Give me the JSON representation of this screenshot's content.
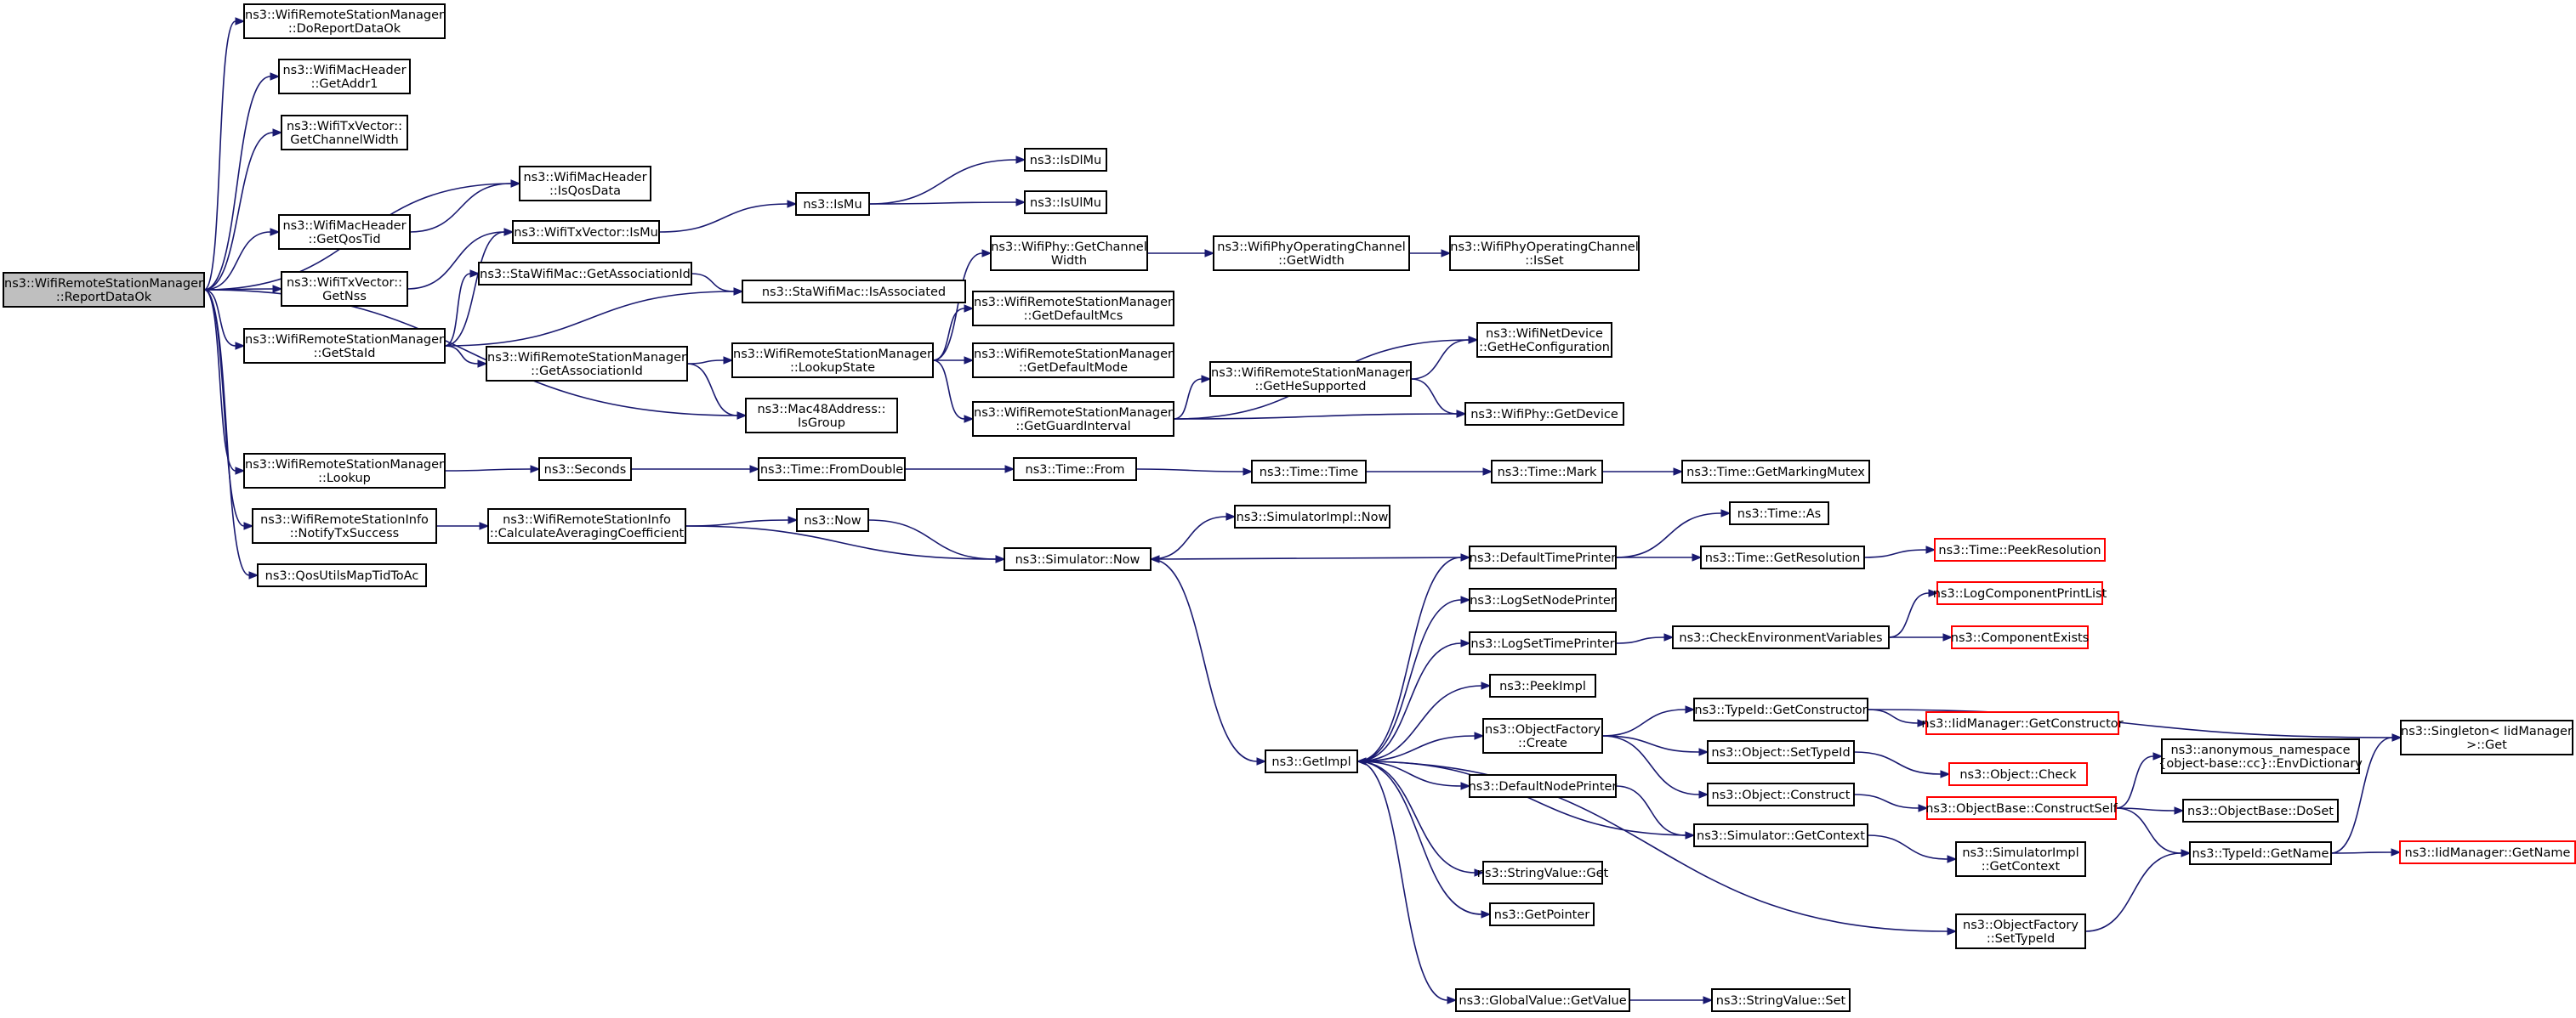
{
  "nodes": {
    "root": {
      "lines": [
        "ns3::WifiRemoteStationManager",
        "::ReportDataOk"
      ],
      "style": "root"
    },
    "n1": {
      "lines": [
        "ns3::WifiRemoteStationManager",
        "::DoReportDataOk"
      ]
    },
    "n2": {
      "lines": [
        "ns3::WifiMacHeader",
        "::GetAddr1"
      ]
    },
    "n3": {
      "lines": [
        "ns3::WifiTxVector::",
        "GetChannelWidth"
      ]
    },
    "n4": {
      "lines": [
        "ns3::WifiMacHeader",
        "::IsQosData"
      ]
    },
    "n5": {
      "lines": [
        "ns3::WifiMacHeader",
        "::GetQosTid"
      ]
    },
    "n6": {
      "lines": [
        "ns3::WifiTxVector::IsMu"
      ]
    },
    "n7": {
      "lines": [
        "ns3::IsMu"
      ]
    },
    "n8": {
      "lines": [
        "ns3::IsDlMu"
      ]
    },
    "n9": {
      "lines": [
        "ns3::IsUlMu"
      ]
    },
    "n10": {
      "lines": [
        "ns3::WifiTxVector::",
        "GetNss"
      ]
    },
    "n11": {
      "lines": [
        "ns3::StaWifiMac::GetAssociationId"
      ]
    },
    "n12": {
      "lines": [
        "ns3::StaWifiMac::IsAssociated"
      ]
    },
    "n13": {
      "lines": [
        "ns3::WifiRemoteStationManager",
        "::GetStaId"
      ]
    },
    "n14": {
      "lines": [
        "ns3::WifiRemoteStationManager",
        "::GetAssociationId"
      ]
    },
    "n15": {
      "lines": [
        "ns3::WifiRemoteStationManager",
        "::LookupState"
      ]
    },
    "n16": {
      "lines": [
        "ns3::WifiPhy::GetChannel",
        "Width"
      ]
    },
    "n17": {
      "lines": [
        "ns3::WifiPhyOperatingChannel",
        "::GetWidth"
      ]
    },
    "n18": {
      "lines": [
        "ns3::WifiPhyOperatingChannel",
        "::IsSet"
      ]
    },
    "n19": {
      "lines": [
        "ns3::WifiRemoteStationManager",
        "::GetDefaultMcs"
      ]
    },
    "n20": {
      "lines": [
        "ns3::WifiRemoteStationManager",
        "::GetDefaultMode"
      ]
    },
    "n21": {
      "lines": [
        "ns3::WifiRemoteStationManager",
        "::GetGuardInterval"
      ]
    },
    "n22": {
      "lines": [
        "ns3::WifiRemoteStationManager",
        "::GetHeSupported"
      ]
    },
    "n23": {
      "lines": [
        "ns3::WifiNetDevice",
        "::GetHeConfiguration"
      ]
    },
    "n24": {
      "lines": [
        "ns3::WifiPhy::GetDevice"
      ]
    },
    "n25": {
      "lines": [
        "ns3::Mac48Address::",
        "IsGroup"
      ]
    },
    "n26": {
      "lines": [
        "ns3::WifiRemoteStationManager",
        "::Lookup"
      ]
    },
    "n27": {
      "lines": [
        "ns3::Seconds"
      ]
    },
    "n28": {
      "lines": [
        "ns3::Time::FromDouble"
      ]
    },
    "n29": {
      "lines": [
        "ns3::Time::From"
      ]
    },
    "n30": {
      "lines": [
        "ns3::Time::Time"
      ]
    },
    "n31": {
      "lines": [
        "ns3::Time::Mark"
      ]
    },
    "n32": {
      "lines": [
        "ns3::Time::GetMarkingMutex"
      ]
    },
    "n33": {
      "lines": [
        "ns3::WifiRemoteStationInfo",
        "::NotifyTxSuccess"
      ]
    },
    "n34": {
      "lines": [
        "ns3::WifiRemoteStationInfo",
        "::CalculateAveragingCoefficient"
      ]
    },
    "n35": {
      "lines": [
        "ns3::Now"
      ]
    },
    "n36": {
      "lines": [
        "ns3::SimulatorImpl::Now"
      ]
    },
    "n37": {
      "lines": [
        "ns3::Simulator::Now"
      ]
    },
    "n38": {
      "lines": [
        "ns3::QosUtilsMapTidToAc"
      ]
    },
    "n39": {
      "lines": [
        "ns3::Time::As"
      ]
    },
    "n40": {
      "lines": [
        "ns3::DefaultTimePrinter"
      ]
    },
    "n41": {
      "lines": [
        "ns3::Time::GetResolution"
      ]
    },
    "n42": {
      "lines": [
        "ns3::Time::PeekResolution"
      ],
      "style": "red"
    },
    "n43": {
      "lines": [
        "ns3::LogSetNodePrinter"
      ]
    },
    "n44": {
      "lines": [
        "ns3::LogComponentPrintList"
      ],
      "style": "red"
    },
    "n45": {
      "lines": [
        "ns3::LogSetTimePrinter"
      ]
    },
    "n46": {
      "lines": [
        "ns3::CheckEnvironmentVariables"
      ]
    },
    "n47": {
      "lines": [
        "ns3::ComponentExists"
      ],
      "style": "red"
    },
    "n48": {
      "lines": [
        "ns3::PeekImpl"
      ]
    },
    "n49": {
      "lines": [
        "ns3::TypeId::GetConstructor"
      ]
    },
    "n50": {
      "lines": [
        "ns3::IidManager::GetConstructor"
      ],
      "style": "red"
    },
    "n51": {
      "lines": [
        "ns3::ObjectFactory",
        "::Create"
      ]
    },
    "n52": {
      "lines": [
        "ns3::Singleton< IidManager",
        " >::Get"
      ]
    },
    "n53": {
      "lines": [
        "ns3::Object::SetTypeId"
      ]
    },
    "n54": {
      "lines": [
        "ns3::Object::Check"
      ],
      "style": "red"
    },
    "n55": {
      "lines": [
        "ns3::GetImpl"
      ]
    },
    "n56": {
      "lines": [
        "ns3::anonymous_namespace",
        "{object-base::cc}::EnvDictionary"
      ]
    },
    "n57": {
      "lines": [
        "ns3::DefaultNodePrinter"
      ]
    },
    "n58": {
      "lines": [
        "ns3::Object::Construct"
      ]
    },
    "n59": {
      "lines": [
        "ns3::ObjectBase::ConstructSelf"
      ],
      "style": "red"
    },
    "n60": {
      "lines": [
        "ns3::ObjectBase::DoSet"
      ]
    },
    "n61": {
      "lines": [
        "ns3::Simulator::GetContext"
      ]
    },
    "n62": {
      "lines": [
        "ns3::TypeId::GetName"
      ]
    },
    "n63": {
      "lines": [
        "ns3::IidManager::GetName"
      ],
      "style": "red"
    },
    "n64": {
      "lines": [
        "ns3::SimulatorImpl",
        "::GetContext"
      ]
    },
    "n65": {
      "lines": [
        "ns3::StringValue::Get"
      ]
    },
    "n66": {
      "lines": [
        "ns3::GetPointer"
      ]
    },
    "n67": {
      "lines": [
        "ns3::ObjectFactory",
        "::SetTypeId"
      ]
    },
    "n68": {
      "lines": [
        "ns3::GlobalValue::GetValue"
      ]
    },
    "n69": {
      "lines": [
        "ns3::StringValue::Set"
      ]
    }
  },
  "edges": [
    [
      "root",
      "n1"
    ],
    [
      "root",
      "n2"
    ],
    [
      "root",
      "n3"
    ],
    [
      "root",
      "n4"
    ],
    [
      "root",
      "n5"
    ],
    [
      "root",
      "n10"
    ],
    [
      "root",
      "n13"
    ],
    [
      "root",
      "n25"
    ],
    [
      "root",
      "n26"
    ],
    [
      "root",
      "n33"
    ],
    [
      "root",
      "n38"
    ],
    [
      "n5",
      "n4"
    ],
    [
      "n10",
      "n6"
    ],
    [
      "n13",
      "n6"
    ],
    [
      "n13",
      "n11"
    ],
    [
      "n13",
      "n12"
    ],
    [
      "n13",
      "n14"
    ],
    [
      "n6",
      "n7"
    ],
    [
      "n7",
      "n8"
    ],
    [
      "n7",
      "n9"
    ],
    [
      "n11",
      "n12"
    ],
    [
      "n14",
      "n15"
    ],
    [
      "n14",
      "n25"
    ],
    [
      "n15",
      "n16"
    ],
    [
      "n15",
      "n19"
    ],
    [
      "n15",
      "n20"
    ],
    [
      "n15",
      "n21"
    ],
    [
      "n16",
      "n17"
    ],
    [
      "n17",
      "n18"
    ],
    [
      "n21",
      "n22"
    ],
    [
      "n21",
      "n23"
    ],
    [
      "n21",
      "n24"
    ],
    [
      "n22",
      "n23"
    ],
    [
      "n22",
      "n24"
    ],
    [
      "n26",
      "n27"
    ],
    [
      "n27",
      "n28"
    ],
    [
      "n28",
      "n29"
    ],
    [
      "n29",
      "n30"
    ],
    [
      "n30",
      "n31"
    ],
    [
      "n31",
      "n32"
    ],
    [
      "n33",
      "n34"
    ],
    [
      "n34",
      "n35"
    ],
    [
      "n34",
      "n37"
    ],
    [
      "n35",
      "n37"
    ],
    [
      "n37",
      "n36"
    ],
    [
      "n37",
      "n55"
    ],
    [
      "n40",
      "n37"
    ],
    [
      "n40",
      "n39"
    ],
    [
      "n40",
      "n41"
    ],
    [
      "n41",
      "n42"
    ],
    [
      "n55",
      "n40"
    ],
    [
      "n55",
      "n43"
    ],
    [
      "n55",
      "n45"
    ],
    [
      "n55",
      "n48"
    ],
    [
      "n55",
      "n51"
    ],
    [
      "n55",
      "n57"
    ],
    [
      "n55",
      "n65"
    ],
    [
      "n55",
      "n66"
    ],
    [
      "n55",
      "n67"
    ],
    [
      "n55",
      "n68"
    ],
    [
      "n45",
      "n46"
    ],
    [
      "n46",
      "n44"
    ],
    [
      "n46",
      "n47"
    ],
    [
      "n51",
      "n49"
    ],
    [
      "n51",
      "n53"
    ],
    [
      "n51",
      "n58"
    ],
    [
      "n49",
      "n50"
    ],
    [
      "n49",
      "n52"
    ],
    [
      "n53",
      "n54"
    ],
    [
      "n58",
      "n59"
    ],
    [
      "n59",
      "n56"
    ],
    [
      "n59",
      "n60"
    ],
    [
      "n59",
      "n62"
    ],
    [
      "n57",
      "n61"
    ],
    [
      "n61",
      "n55"
    ],
    [
      "n61",
      "n64"
    ],
    [
      "n62",
      "n52"
    ],
    [
      "n62",
      "n63"
    ],
    [
      "n67",
      "n62"
    ],
    [
      "n68",
      "n69"
    ]
  ],
  "colors": {
    "edge": "#191970",
    "root_fill": "#bfbfbf",
    "missing_border": "#ff0000"
  }
}
